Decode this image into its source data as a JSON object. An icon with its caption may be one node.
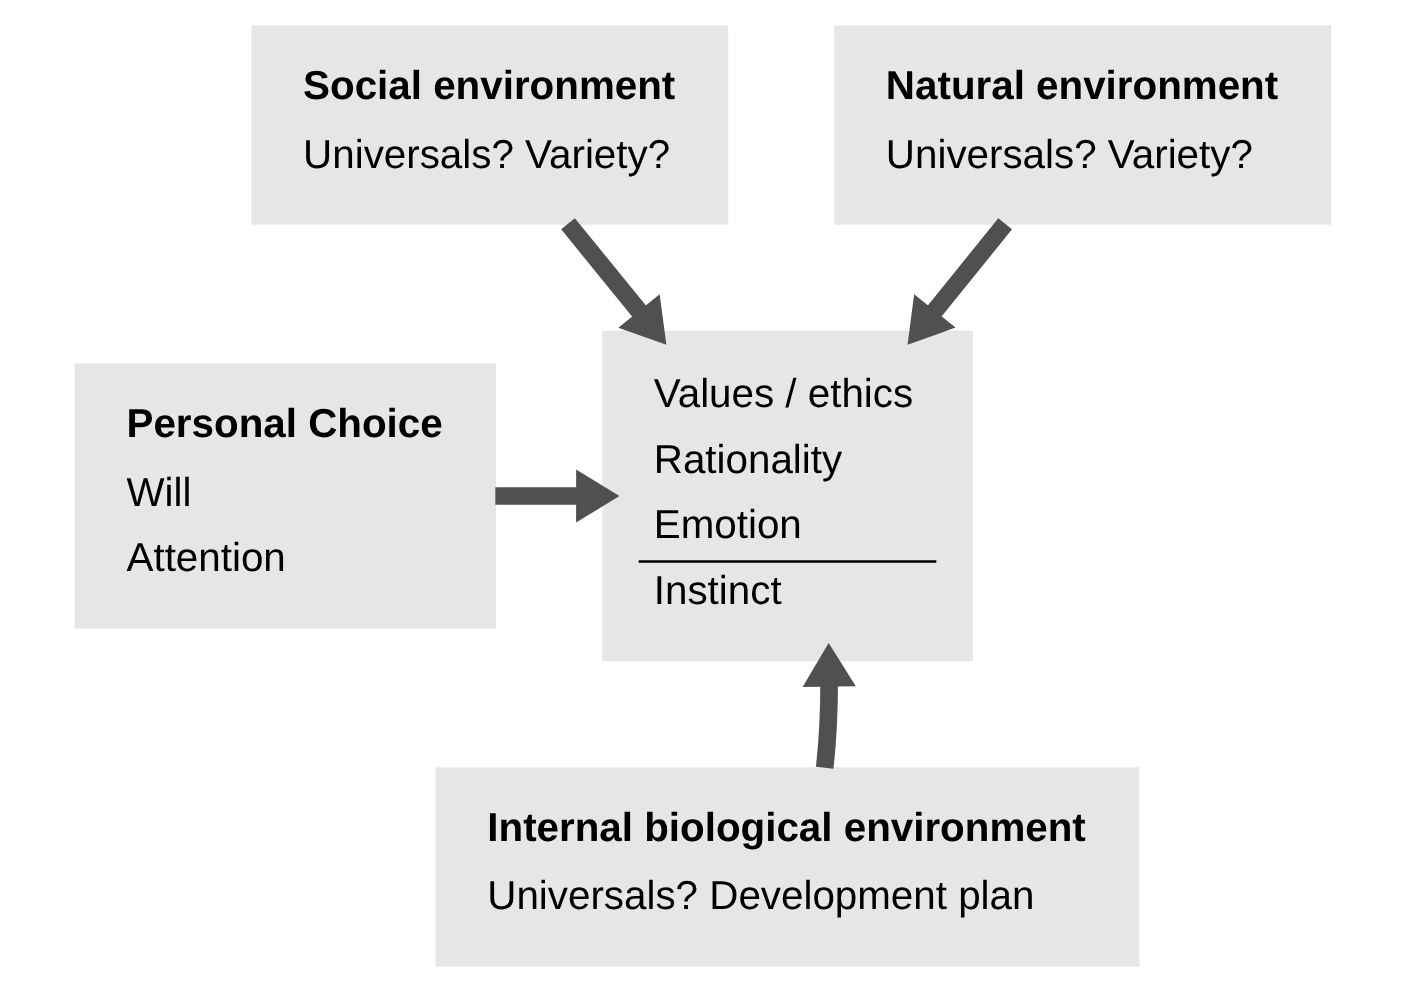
{
  "diagram": {
    "nodes": [
      {
        "text": [
          "Social environment",
          "Universals? Variety?"
        ]
      },
      {
        "text": [
          "Natural environment",
          "Universals? Variety?"
        ]
      },
      {
        "text": [
          "Values / ethics",
          "Rationality",
          "Emotion",
          "Instinct"
        ]
      },
      {
        "text": [
          "Personal Choice",
          "Will",
          "Attention"
        ]
      },
      {
        "text": [
          "Internal biological environment",
          "Universals? Development plan"
        ]
      }
    ],
    "edges": [
      {
        "from": 0,
        "to": 2,
        "arrow": "to"
      },
      {
        "from": 1,
        "to": 2,
        "arrow": "to"
      },
      {
        "from": 3,
        "to": 2,
        "arrow": "to"
      },
      {
        "from": 4,
        "to": 2,
        "arrow": "to"
      }
    ]
  }
}
